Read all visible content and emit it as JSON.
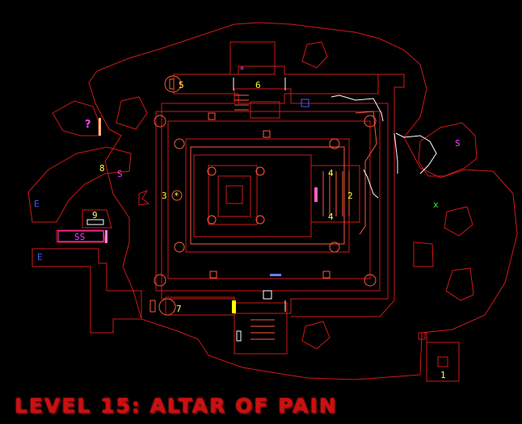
{
  "title": "LEVEL 15: ALTAR OF PAIN",
  "colors": {
    "wall": "#d01818",
    "inner": "#ff5a3a",
    "step": "#ffffff",
    "label": "#ffff40",
    "secret": "#ff40ff",
    "item_blue": "#4060ff",
    "marker_green": "#30ff30",
    "door_yellow": "#ffff00",
    "door_blue": "#6080ff",
    "door_pink": "#ff60c0"
  },
  "labels": {
    "n1": "1",
    "n2": "2",
    "n3": "3",
    "n4a": "4",
    "n4b": "4",
    "n5": "5",
    "n6": "6",
    "n7": "7",
    "n8": "8",
    "n9": "9",
    "secret_q": "?",
    "secret_s1": "S",
    "secret_s2": "S",
    "secret_ss": "SS",
    "item_e1": "E",
    "item_e2": "E",
    "marker_x": "x",
    "marker_star": "*"
  }
}
